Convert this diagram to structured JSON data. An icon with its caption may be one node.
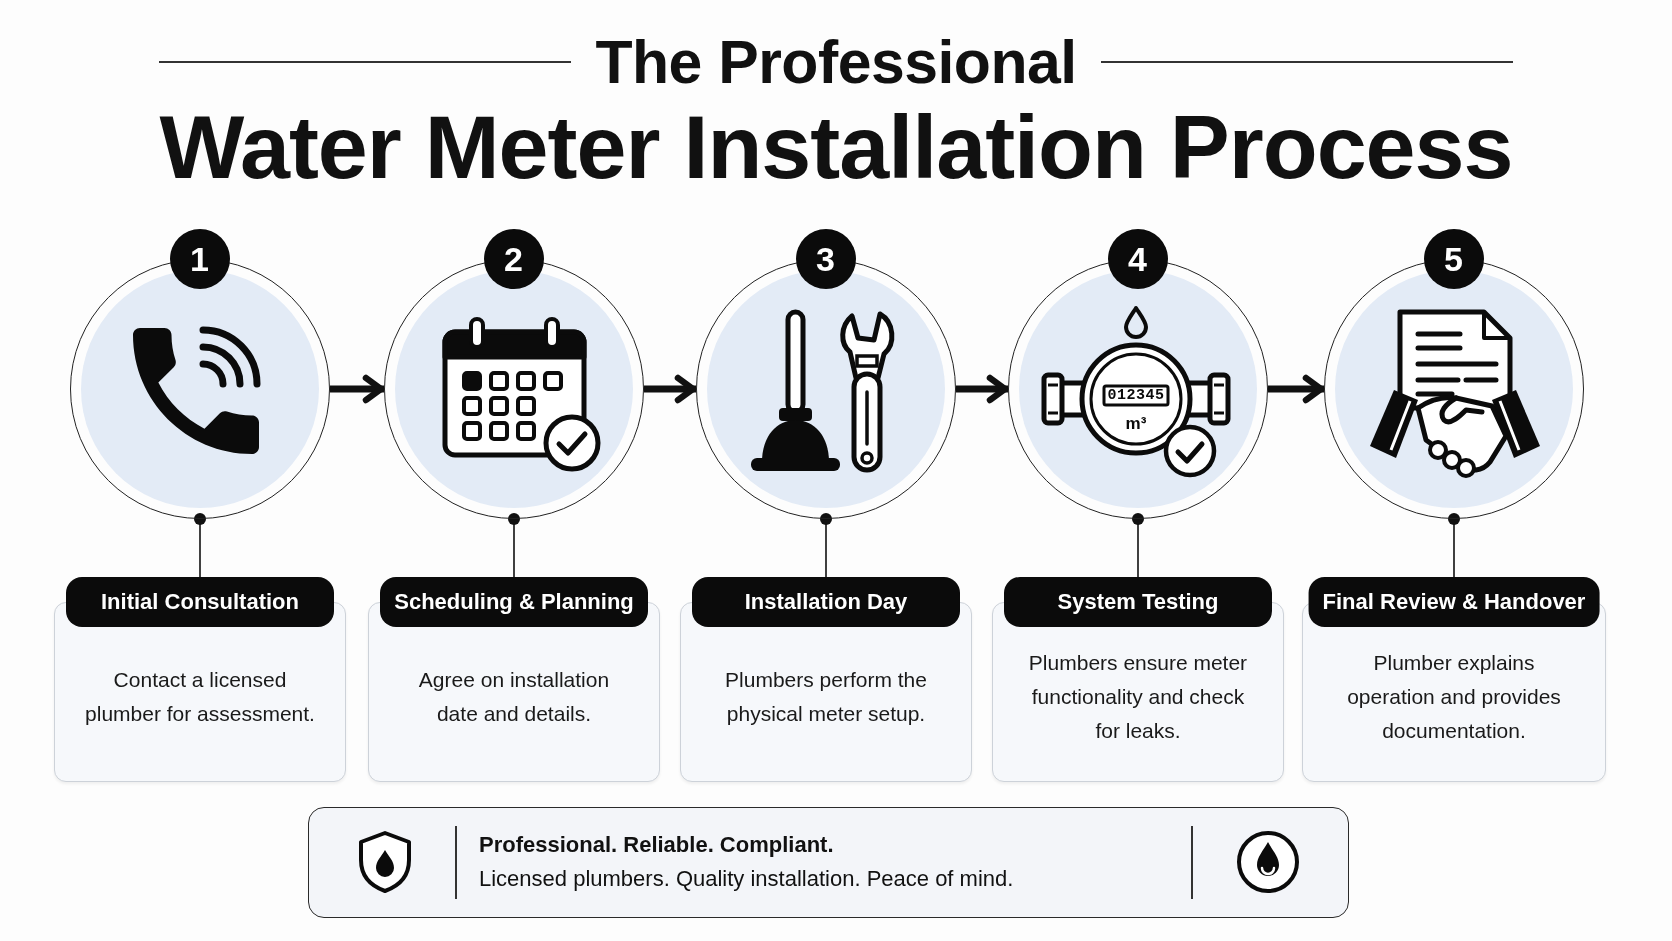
{
  "diagram": {
    "title": "The Professional Water Meter Installation Process",
    "nodes": [
      {
        "text": [
          "1"
        ]
      },
      {
        "text": [
          "2"
        ]
      },
      {
        "text": [
          "3"
        ]
      },
      {
        "text": [
          "4"
        ]
      },
      {
        "text": [
          "5"
        ]
      },
      {
        "text": [
          "Initial Consultation",
          "Contact a licensed plumber for assessment."
        ]
      },
      {
        "text": [
          "Scheduling & Planning",
          "Agree on installation date and details."
        ]
      },
      {
        "text": [
          "Installation Day",
          "Plumbers perform the physical meter setup."
        ]
      },
      {
        "text": [
          "System Testing",
          "Plumbers ensure meter functionality and check for leaks."
        ]
      },
      {
        "text": [
          "Final Review & Handover",
          "Plumber explains operation and provides documentation."
        ]
      },
      {
        "text": [
          "Professional. Reliable. Compliant.",
          "Licensed plumbers. Quality installation. Peace of mind."
        ]
      }
    ],
    "edges": [
      {
        "from": 0,
        "to": 1,
        "arrow": "to",
        "style": "thick"
      },
      {
        "from": 1,
        "to": 2,
        "arrow": "to",
        "style": "thick"
      },
      {
        "from": 2,
        "to": 3,
        "arrow": "to",
        "style": "thick"
      },
      {
        "from": 3,
        "to": 4,
        "arrow": "to",
        "style": "thick"
      },
      {
        "from": 0,
        "to": 5,
        "arrow": "other"
      },
      {
        "from": 1,
        "to": 6,
        "arrow": "other"
      },
      {
        "from": 2,
        "to": 7,
        "arrow": "other"
      },
      {
        "from": 3,
        "to": 8,
        "arrow": "other"
      },
      {
        "from": 4,
        "to": 9,
        "arrow": "other"
      }
    ],
    "labels": [
      "012345",
      "m³"
    ]
  }
}
